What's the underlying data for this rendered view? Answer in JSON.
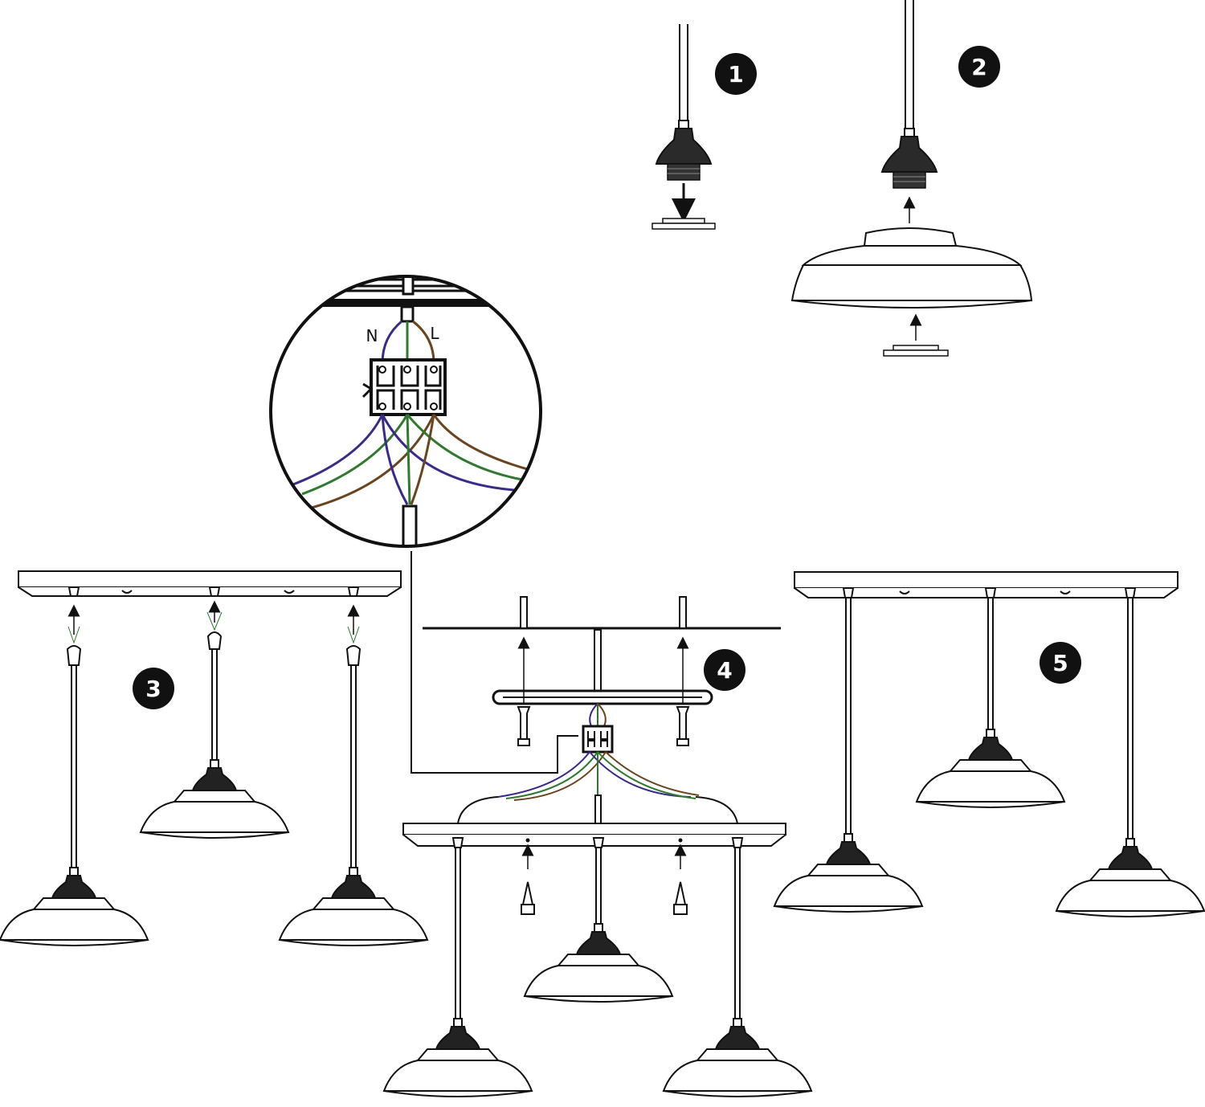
{
  "steps": [
    {
      "number": "1"
    },
    {
      "number": "2"
    },
    {
      "number": "3"
    },
    {
      "number": "4"
    },
    {
      "number": "5"
    }
  ],
  "wiring_detail": {
    "neutral_label": "N",
    "live_label": "L"
  },
  "colors": {
    "line": "#111111",
    "badge": "#111111",
    "wire_neutral": "#3a2a8a",
    "wire_earth": "#2f7a2f",
    "wire_live": "#6b4520"
  },
  "icons": [
    "lamp-holder-icon",
    "pendant-shade-icon",
    "ceiling-bar-icon",
    "terminal-block-icon",
    "screw-icon",
    "wall-plug-icon"
  ]
}
